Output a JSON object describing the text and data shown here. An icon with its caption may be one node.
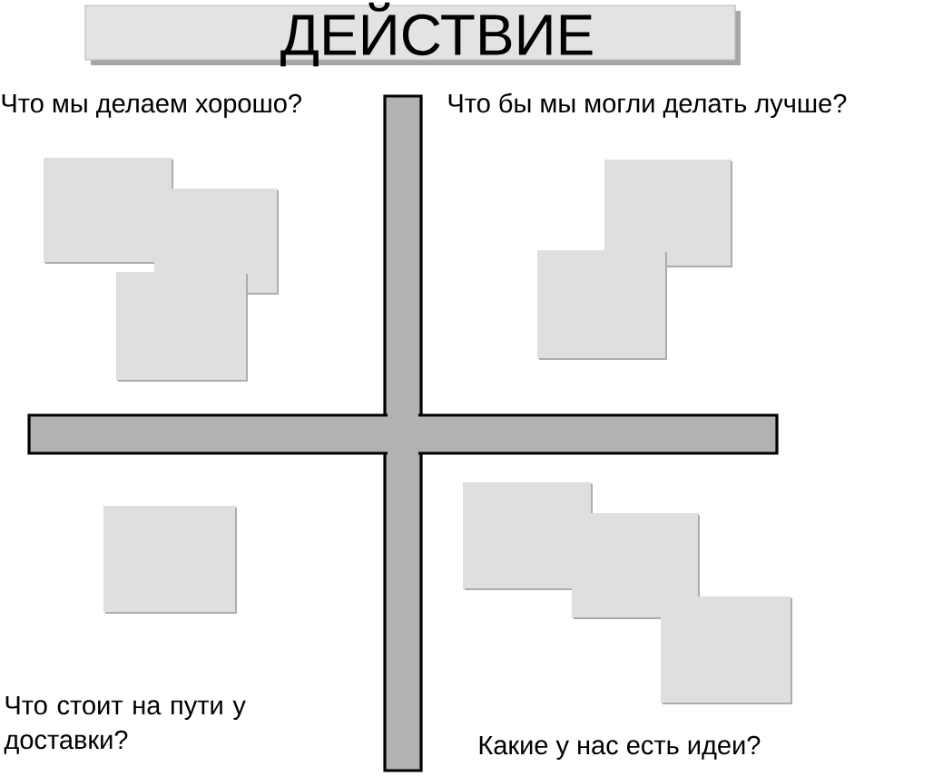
{
  "diagram": {
    "title": "ДЕЙСТВИЕ",
    "labels": [
      "Что мы делаем хорошо?",
      "Что бы мы могли делать лучше?",
      "Что стоит на пути у доставки?",
      "Какие у нас есть идеи?"
    ]
  }
}
